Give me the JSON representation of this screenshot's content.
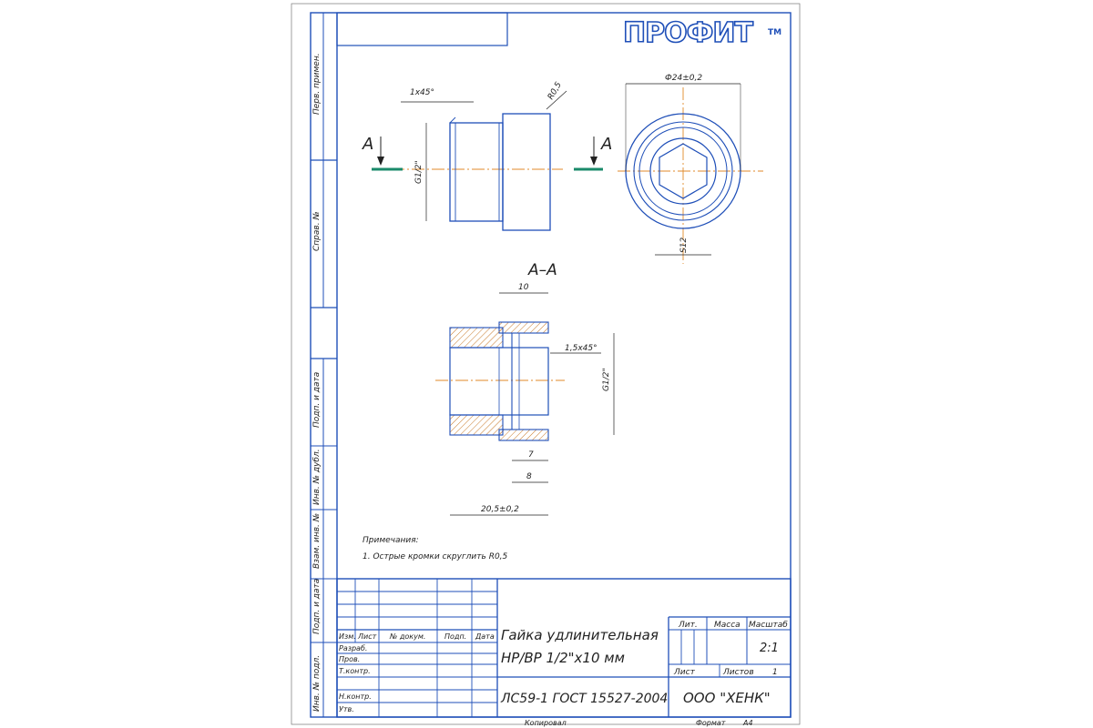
{
  "logo": {
    "text": "ПРОФИТ",
    "tm": "TM"
  },
  "side_labels": {
    "perv_primen": "Перв. примен.",
    "sprav_no": "Справ. №",
    "podp_data_1": "Подп. и дата",
    "inv_dubl": "Инв. № дубл.",
    "vzam_inv": "Взам. инв. №",
    "podp_data_2": "Подп. и дата",
    "inv_podl": "Инв. № подл."
  },
  "views": {
    "section_marker": "А",
    "section_marker_right": "А",
    "section_title": "А–А"
  },
  "dimensions": {
    "chamfer_top": "1х45°",
    "radius": "R0,5",
    "thread_left": "G1/2\"",
    "diameter": "Ф24±0,2",
    "hex": "S12",
    "length_10": "10",
    "chamfer_section": "1,5х45°",
    "thread_section": "G1/2\"",
    "dim_7": "7",
    "dim_8": "8",
    "overall": "20,5±0,2"
  },
  "notes": {
    "title": "Примечания:",
    "item1": "1. Острые кромки скруглить R0,5"
  },
  "title_block": {
    "name_line1": "Гайка удлинительная",
    "name_line2": "НР/ВР 1/2\"х10 мм",
    "material": "ЛС59-1 ГОСТ 15527-2004",
    "company": "ООО \"ХЕНК\"",
    "lit": "Лит.",
    "massa": "Масса",
    "masshtab": "Масштаб",
    "scale_value": "2:1",
    "list": "Лист",
    "listov": "Листов",
    "listov_value": "1",
    "izm": "Изм.",
    "list_col": "Лист",
    "no_dokum": "№ докум.",
    "podp": "Подп.",
    "data": "Дата",
    "razrab": "Разраб.",
    "prov": "Пров.",
    "t_kontr": "Т.контр.",
    "n_kontr": "Н.контр.",
    "utv": "Утв.",
    "kopiroval": "Копировал",
    "format": "Формат",
    "format_value": "А4"
  }
}
